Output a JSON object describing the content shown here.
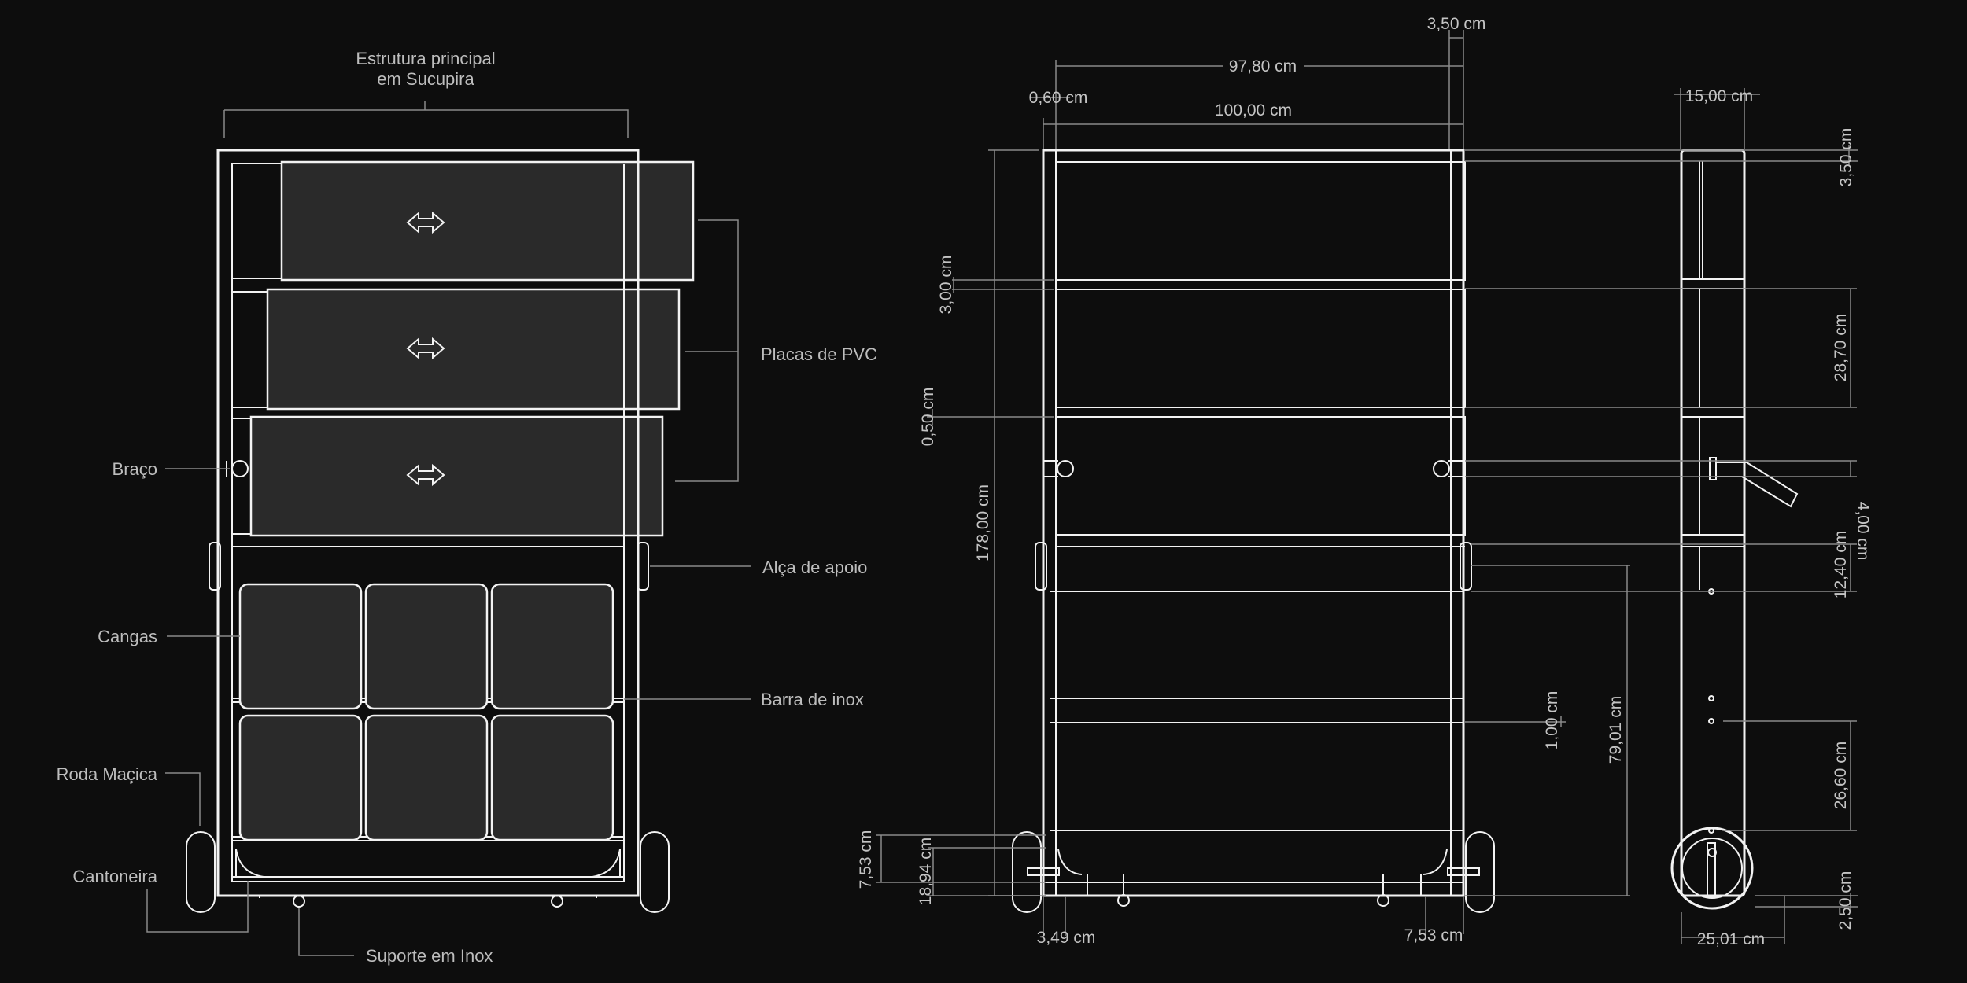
{
  "front_view_labels": {
    "main_structure_line1": "Estrutura principal",
    "main_structure_line2": "em Sucupira",
    "pvc_plates": "Placas de PVC",
    "arm": "Braço",
    "support_handle": "Alça de apoio",
    "cangas": "Cangas",
    "inox_bar": "Barra de inox",
    "solid_wheel": "Roda Maçica",
    "angle_bracket": "Cantoneira",
    "inox_support": "Suporte em Inox"
  },
  "dimensions": {
    "d_3_50_top": "3,50 cm",
    "d_97_80": "97,80 cm",
    "d_0_60": "0,60 cm",
    "d_100_00": "100,00 cm",
    "d_15_00": "15,00 cm",
    "d_3_50_right": "3,50 cm",
    "d_3_00": "3,00 cm",
    "d_28_70": "28,70 cm",
    "d_0_50": "0,50 cm",
    "d_178_00": "178,00 cm",
    "d_4_00": "4,00 cm",
    "d_12_40": "12,40 cm",
    "d_1_00": "1,00 cm",
    "d_79_01": "79,01 cm",
    "d_26_60": "26,60 cm",
    "d_7_53_left": "7,53 cm",
    "d_18_94": "18,94 cm",
    "d_2_50": "2,50 cm",
    "d_3_49": "3,49 cm",
    "d_7_53_bottom": "7,53 cm",
    "d_25_01": "25,01 cm"
  },
  "colors": {
    "background": "#0d0d0d",
    "line": "#f2f2f2",
    "panel_fill": "#2a2a2a",
    "dimension_line": "#8a8a8a",
    "text": "#bdbdbd"
  },
  "icons": [
    "double-arrow-icon"
  ]
}
